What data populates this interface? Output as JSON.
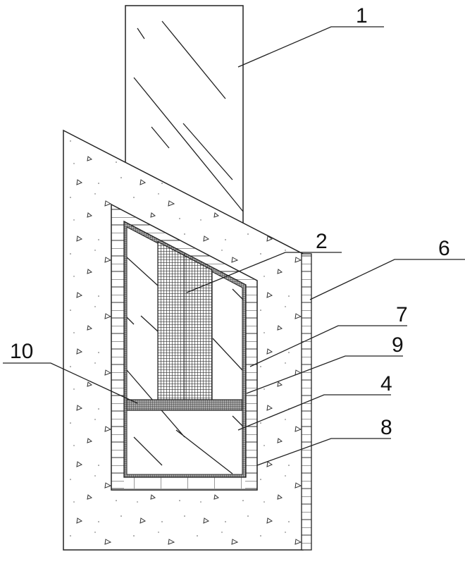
{
  "figure": {
    "labels": {
      "l1": "1",
      "l2": "2",
      "l4": "4",
      "l6": "6",
      "l7": "7",
      "l8": "8",
      "l9": "9",
      "l10": "10"
    }
  }
}
